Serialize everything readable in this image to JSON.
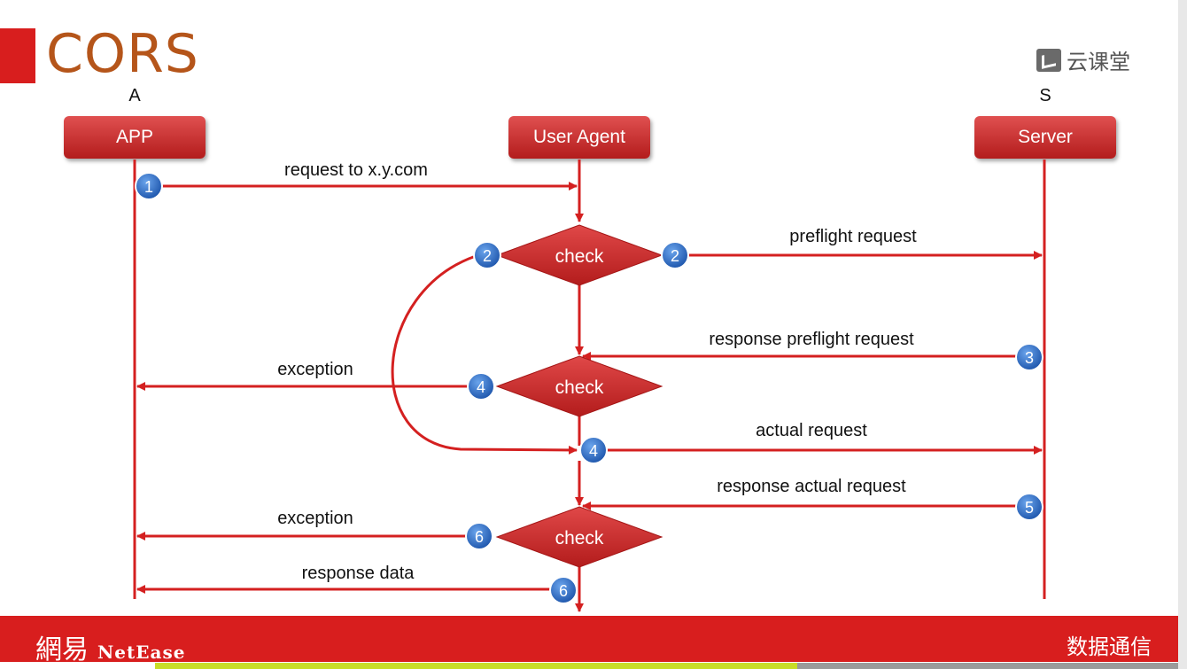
{
  "title": "CORS",
  "logo": {
    "text": "云课堂",
    "icon": "cloud-classroom-logo-icon"
  },
  "actors": {
    "app": {
      "letter": "A",
      "label": "APP"
    },
    "user_agent": {
      "label": "User Agent"
    },
    "server": {
      "letter": "S",
      "label": "Server"
    }
  },
  "messages": {
    "request": "request to x.y.com",
    "preflight": "preflight request",
    "response_preflight": "response preflight request",
    "exception1": "exception",
    "actual": "actual request",
    "response_actual": "response actual request",
    "exception2": "exception",
    "response_data": "response data"
  },
  "checks": [
    "check",
    "check",
    "check"
  ],
  "steps": {
    "s1": "1",
    "s2a": "2",
    "s2b": "2",
    "s3": "3",
    "s4a": "4",
    "s4b": "4",
    "s5": "5",
    "s6a": "6",
    "s6b": "6"
  },
  "footer": {
    "brand_cn": "網易",
    "brand_en": "NetEase",
    "right": "数据通信"
  },
  "colors": {
    "accent": "#d81e1e",
    "title": "#b5551a",
    "step": "#2f6fc4",
    "arrow": "#d42020"
  }
}
